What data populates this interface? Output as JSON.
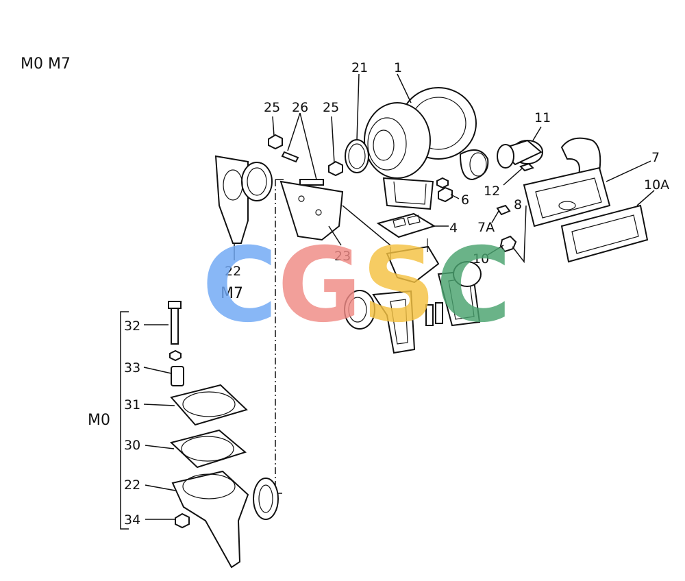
{
  "header": {
    "models": "M0 M7"
  },
  "group_labels": {
    "m7": "M7",
    "m0": "M0"
  },
  "callouts": {
    "c1": "1",
    "c4": "4",
    "c6": "6",
    "c7": "7",
    "c7a": "7A",
    "c8": "8",
    "c10": "10",
    "c10a": "10A",
    "c11": "11",
    "c12": "12",
    "c21": "21",
    "c22_m7": "22",
    "c22_m0": "22",
    "c23": "23",
    "c25_left": "25",
    "c25_right": "25",
    "c26": "26",
    "c30": "30",
    "c31": "31",
    "c32": "32",
    "c33": "33",
    "c34": "34"
  },
  "watermark": {
    "text": "CGSC",
    "colors": [
      "#6fa8f5",
      "#f08a85",
      "#f5c242",
      "#4aa36f"
    ]
  }
}
